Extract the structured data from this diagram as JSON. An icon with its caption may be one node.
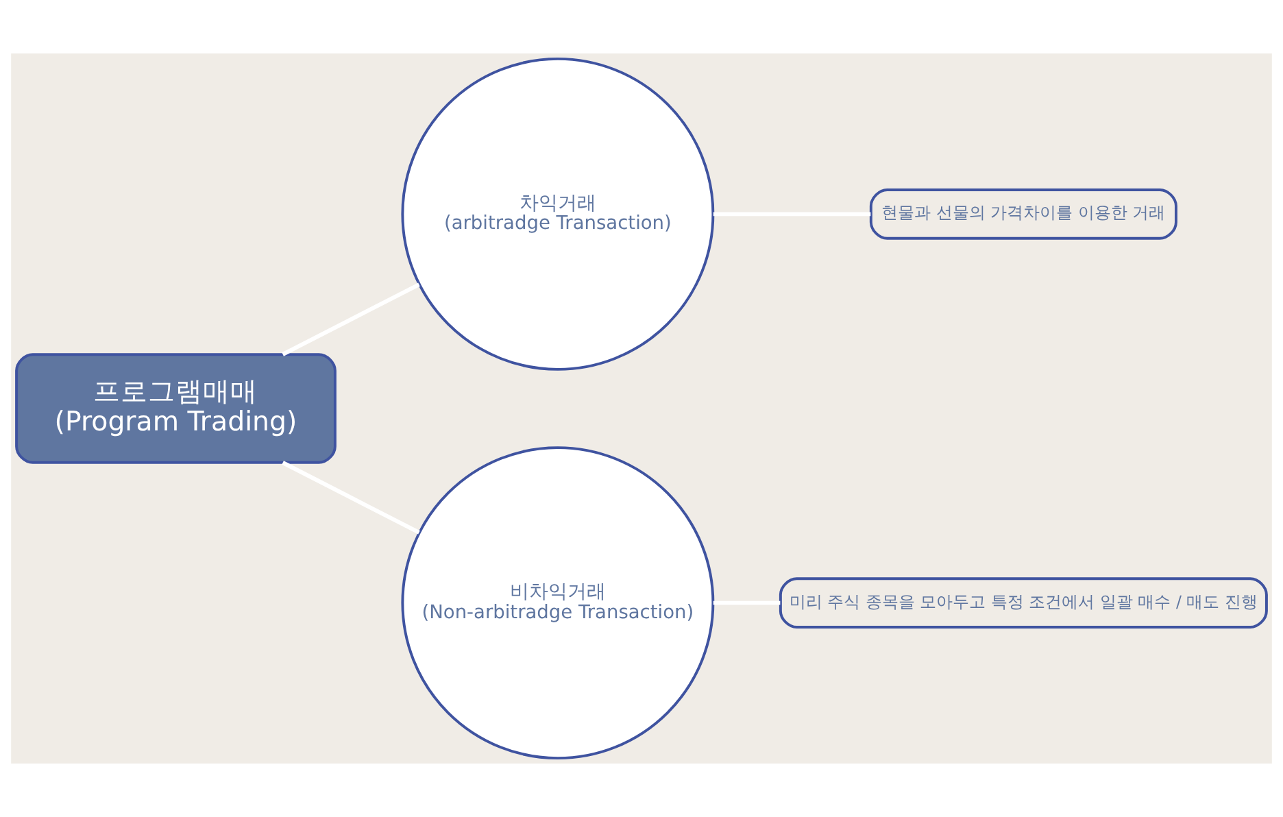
{
  "diagram": {
    "nodes": [
      {
        "text": [
          "프로그램매매",
          "(Program Trading)"
        ]
      },
      {
        "text": [
          "차익거래",
          "(arbitradge Transaction)"
        ]
      },
      {
        "text": [
          "현물과 선물의 가격차이를 이용한 거래"
        ]
      },
      {
        "text": [
          "비차익거래",
          "(Non-arbitradge Transaction)"
        ]
      },
      {
        "text": [
          "미리 주식 종목을 모아두고 특정 조건에서 일괄 매수 / 매도 진행"
        ]
      }
    ],
    "edges": [
      {
        "from": 0,
        "to": 1,
        "arrow": "none"
      },
      {
        "from": 1,
        "to": 2,
        "arrow": "none"
      },
      {
        "from": 0,
        "to": 3,
        "arrow": "none"
      },
      {
        "from": 3,
        "to": 4,
        "arrow": "none"
      }
    ]
  }
}
